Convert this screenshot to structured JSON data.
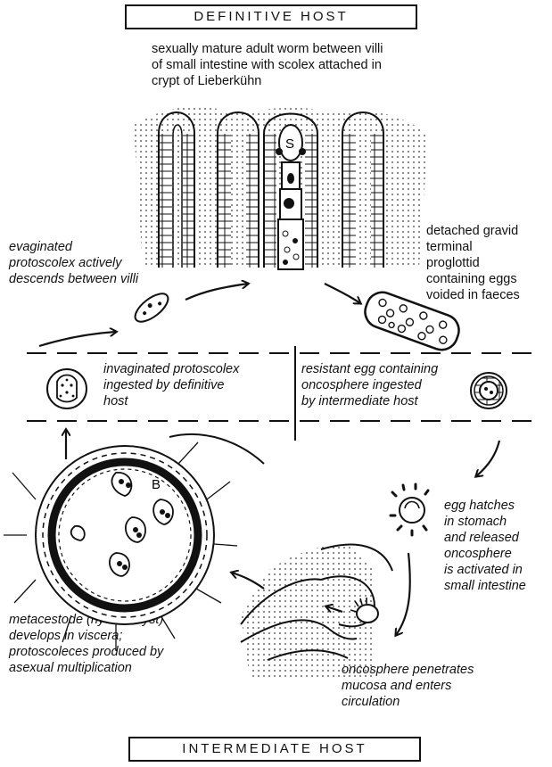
{
  "definitive_host": {
    "title": "DEFINITIVE HOST"
  },
  "intermediate_host": {
    "title": "INTERMEDIATE HOST"
  },
  "captions": {
    "adult_worm": "sexually mature adult worm between villi\nof small intestine with scolex attached in\ncrypt of Lieberkühn",
    "proglottid": "detached gravid\nterminal\nproglottid\ncontaining eggs\nvoided in faeces",
    "evaginated": "evaginated\nprotoscolex actively\ndescends between villi",
    "invaginated": "invaginated protoscolex\ningested by definitive\nhost",
    "resistant_egg": "resistant egg containing\noncosphere ingested\nby intermediate host",
    "egg_hatches": "egg hatches\nin stomach\nand released\noncosphere\nis activated in\nsmall intestine",
    "metacestode": "metacestode (hydatid cyst)\ndevelops in viscera;\nprotoscoleces produced by\nasexual multiplication",
    "oncosphere": "oncosphere penetrates\nmucosa and enters\ncirculation"
  },
  "labels": {
    "scolex": "S",
    "brood_capsule": "B"
  }
}
